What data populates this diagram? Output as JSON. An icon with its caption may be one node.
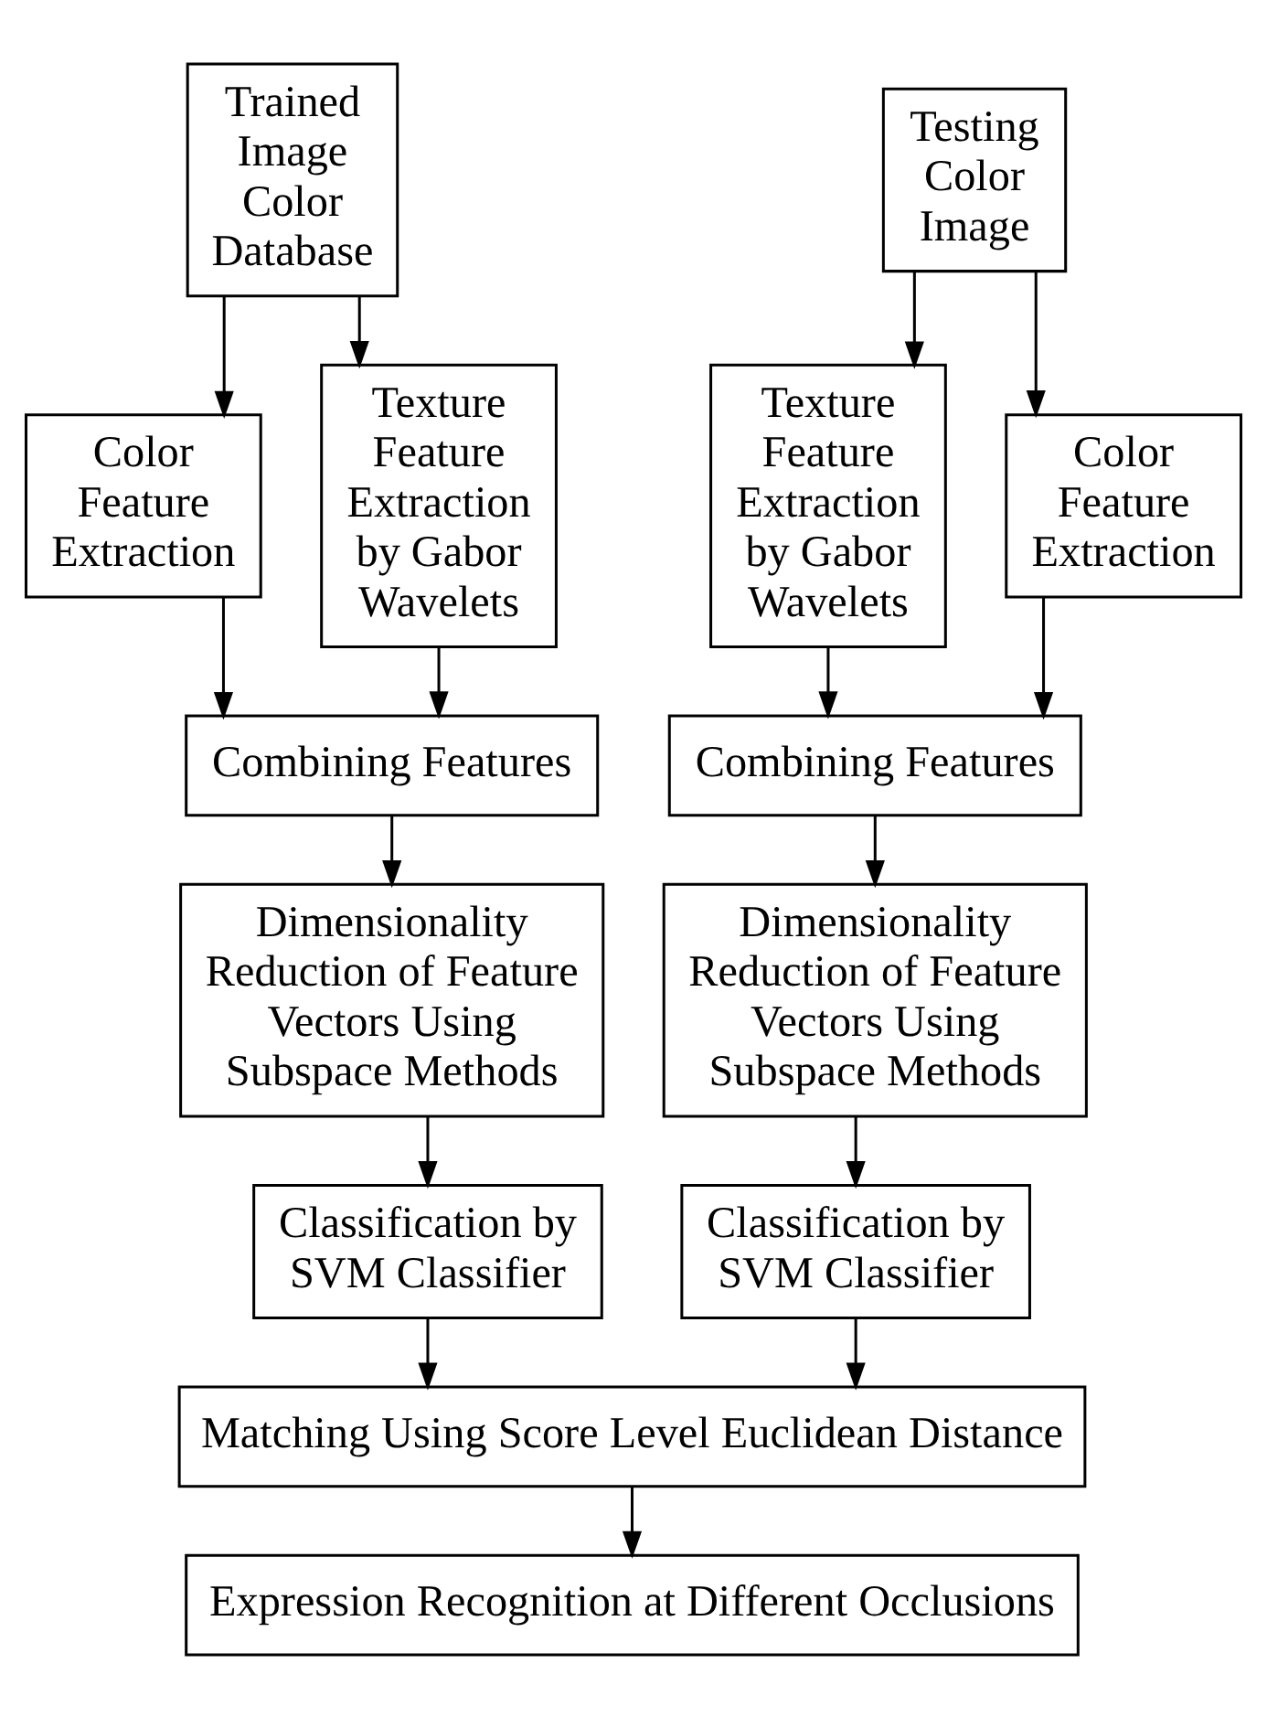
{
  "diagram": {
    "nodes": [
      {
        "text": [
          "Trained Image Color Database"
        ]
      },
      {
        "text": [
          "Testing Color Image"
        ]
      },
      {
        "text": [
          "Color Feature Extraction"
        ]
      },
      {
        "text": [
          "Texture Feature Extraction by Gabor Wavelets"
        ]
      },
      {
        "text": [
          "Texture Feature Extraction by Gabor Wavelets"
        ]
      },
      {
        "text": [
          "Color Feature Extraction"
        ]
      },
      {
        "text": [
          "Combining Features"
        ]
      },
      {
        "text": [
          "Combining Features"
        ]
      },
      {
        "text": [
          "Dimensionality Reduction of Feature Vectors Using Subspace Methods"
        ]
      },
      {
        "text": [
          "Dimensionality Reduction of Feature Vectors Using Subspace Methods"
        ]
      },
      {
        "text": [
          "Classification by SVM Classifier"
        ]
      },
      {
        "text": [
          "Classification by SVM Classifier"
        ]
      },
      {
        "text": [
          "Matching Using Score Level Euclidean Distance"
        ]
      },
      {
        "text": [
          "Expression Recognition at Different Occlusions"
        ]
      }
    ],
    "edges": [
      {
        "from": 0,
        "to": 2,
        "arrow": "to"
      },
      {
        "from": 0,
        "to": 3,
        "arrow": "to"
      },
      {
        "from": 1,
        "to": 4,
        "arrow": "to"
      },
      {
        "from": 1,
        "to": 5,
        "arrow": "to"
      },
      {
        "from": 2,
        "to": 6,
        "arrow": "to"
      },
      {
        "from": 3,
        "to": 6,
        "arrow": "to"
      },
      {
        "from": 4,
        "to": 7,
        "arrow": "to"
      },
      {
        "from": 5,
        "to": 7,
        "arrow": "to"
      },
      {
        "from": 6,
        "to": 8,
        "arrow": "to"
      },
      {
        "from": 7,
        "to": 9,
        "arrow": "to"
      },
      {
        "from": 8,
        "to": 10,
        "arrow": "to"
      },
      {
        "from": 9,
        "to": 11,
        "arrow": "to"
      },
      {
        "from": 10,
        "to": 12,
        "arrow": "to"
      },
      {
        "from": 11,
        "to": 12,
        "arrow": "to"
      },
      {
        "from": 12,
        "to": 13,
        "arrow": "to"
      }
    ]
  }
}
